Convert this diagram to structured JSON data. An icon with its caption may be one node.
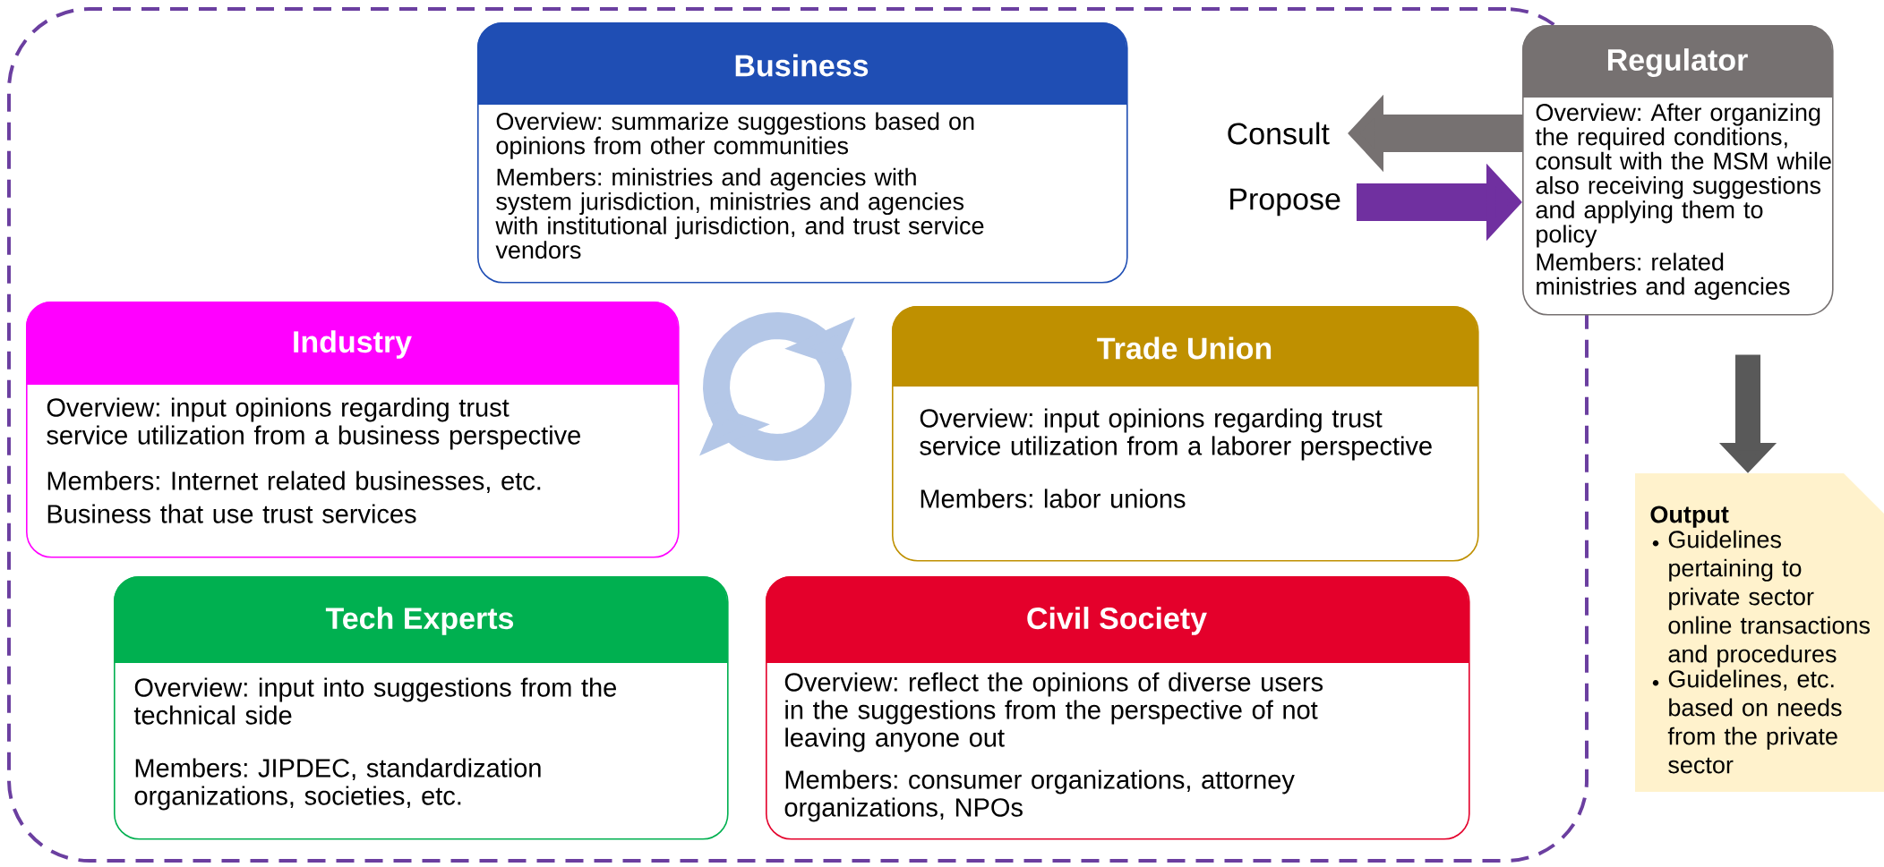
{
  "diagram": {
    "nodes": [
      {
        "text": [],
        "shape": "box"
      },
      {
        "text": [
          "Business",
          "Overview: summarize suggestions based on opinions from other communities",
          "Members: ministries and agencies with system jurisdiction, ministries and agencies with institutional jurisdiction, and trust service vendors"
        ],
        "in": 0
      },
      {
        "text": [
          "Industry",
          "Overview: input opinions regarding trust service utilization from a business perspective",
          "Members: Internet related businesses, etc.",
          "Business that use trust services"
        ],
        "in": 0
      },
      {
        "text": [
          "Trade Union",
          "Overview: input opinions regarding trust service utilization from a laborer perspective",
          "Members: labor unions"
        ],
        "in": 0
      },
      {
        "text": [
          "Tech Experts",
          "Overview: input into suggestions from the technical side",
          "Members: JIPDEC, standardization organizations, societies, etc."
        ],
        "in": 0
      },
      {
        "text": [
          "Civil Society",
          "Overview: reflect the opinions of diverse users in the suggestions from the perspective of not leaving anyone out",
          "Members: consumer organizations, attorney organizations, NPOs"
        ],
        "in": 0
      },
      {
        "text": [
          "Regulator",
          "Overview: After organizing the required conditions, consult with the MSM while also receiving suggestions and applying them to policy",
          "Members: related ministries and agencies"
        ]
      },
      {
        "text": [
          "Output",
          "Guidelines pertaining to private sector online transactions and procedures",
          "Guidelines, etc. based on needs from the private sector"
        ]
      }
    ],
    "edges": [
      {
        "from": 6,
        "to": null,
        "arrow": "to",
        "label": "Consult",
        "color": "#767171"
      },
      {
        "from": null,
        "to": 6,
        "arrow": "to",
        "label": "Propose",
        "color": "#7030a0"
      },
      {
        "from": 6,
        "to": 7,
        "arrow": "to",
        "color": "#595959"
      }
    ]
  }
}
